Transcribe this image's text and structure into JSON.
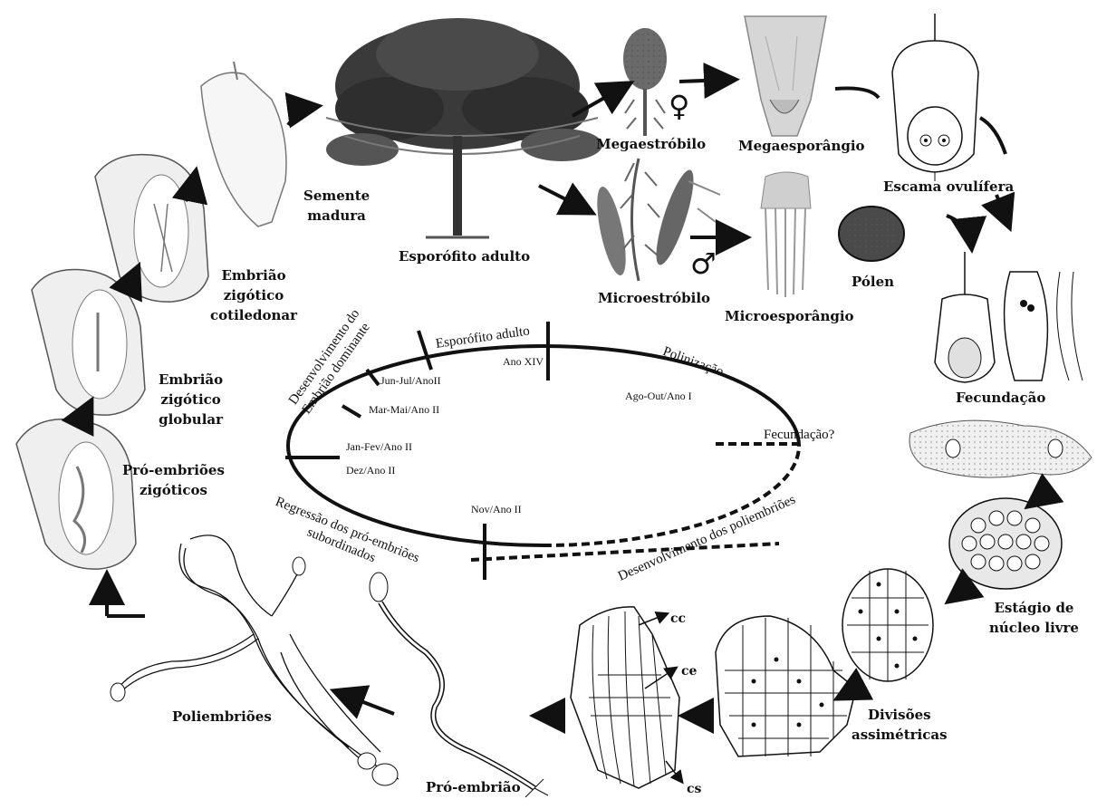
{
  "stages": {
    "adult_sporophyte": "Esporófito adulto",
    "megastrobilus": "Megaestróbilo",
    "megasporangium": "Megaesporângio",
    "ovuliferous_scale": "Escama ovulífera",
    "microstrobilus": "Microestróbilo",
    "microsporangium": "Microesporângio",
    "pollen": "Pólen",
    "fertilization": "Fecundação",
    "free_nucleus_stage": [
      "Estágio de",
      "núcleo livre"
    ],
    "asymmetric_divisions": [
      "Divisões",
      "assimétricas"
    ],
    "pro_embryo": "Pró-embrião",
    "polyembryos": "Poliembriões",
    "zygotic_pro_embryos": [
      "Pró-embriões",
      "zigóticos"
    ],
    "globular_embryo": [
      "Embrião",
      "zigótico",
      "globular"
    ],
    "cotyledonary_embryo": [
      "Embrião",
      "zigótico",
      "cotiledonar"
    ],
    "mature_seed": [
      "Semente",
      "madura"
    ],
    "cell_labels": [
      "cc",
      "ce",
      "cs"
    ],
    "female_symbol": "♀",
    "male_symbol": "♂"
  },
  "cycle": {
    "phase_adult": "Esporófito adulto",
    "phase_pollination": "Polinização",
    "phase_dominant_embryo": [
      "Desenvolvimento do",
      "Embrião dominante"
    ],
    "phase_regression": [
      "Regressão dos pró-embriões",
      "subordinados"
    ],
    "phase_polyembryo_dev": "Desenvolvimento dos poliembriões",
    "fertilization_q": "Fecundação?",
    "dates": {
      "ano_xiv": "Ano XIV",
      "ago_out": "Ago-Out/Ano I",
      "jun_jul": "Jun-Jul/AnoII",
      "mar_mai": "Mar-Mai/Ano II",
      "jan_fev": "Jan-Fev/Ano II",
      "dez": "Dez/Ano II",
      "nov": "Nov/Ano II"
    }
  },
  "colors": {
    "ink": "#111111",
    "shade": "#8a8a8a",
    "light": "#d9d9d9",
    "paper": "#ffffff"
  }
}
